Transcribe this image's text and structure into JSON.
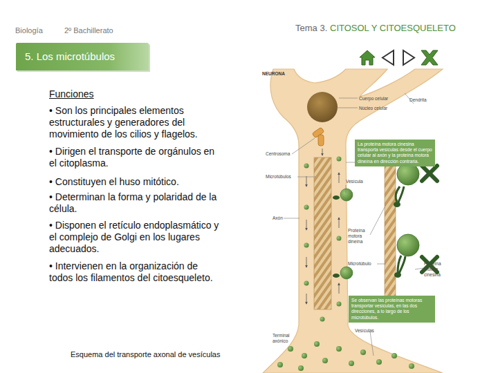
{
  "diagram": {
    "title": "5. Los microtúbulos",
    "caption": "Esquema del transporte axonal de vesículas",
    "nodes": [
      {
        "text": [
          "La proteína motora cinesina transporta vesículas desde el cuerpo celular al axón y la proteína motora dineína en dirección contraria."
        ]
      },
      {
        "text": [
          "Se observan las proteínas motoras transportar vesículas, en las dos direcciones, a lo largo de los microtúbulos."
        ]
      }
    ],
    "labels": [
      "Biología",
      "2º Bachillerato",
      "Tema 3.",
      "CITOSOL Y CITOESQUELETO",
      "Funciones",
      "• Son los principales elementos estructurales y generadores del movimiento de los cilios y flagelos.",
      "• Dirigen el transporte de orgánulos en el citoplasma.",
      "• Constituyen el huso mitótico.",
      "• Determinan la forma y polaridad de la célula.",
      "• Disponen el retículo endoplasmático y el complejo de Golgi en los lugares adecuados.",
      "• Intervienen en la organización de todos los filamentos del citoesqueleto.",
      "NEURONA",
      "Cuerpo celular",
      "Dendrita",
      "Núcleo celular",
      "Centrosoma",
      "Microtúbulos",
      "Vesícula",
      "Axón",
      "Proteína motora dineína",
      "Microtúbulo",
      "Proteína motora cinesina",
      "Terminal axónico",
      "Vesículas"
    ]
  }
}
